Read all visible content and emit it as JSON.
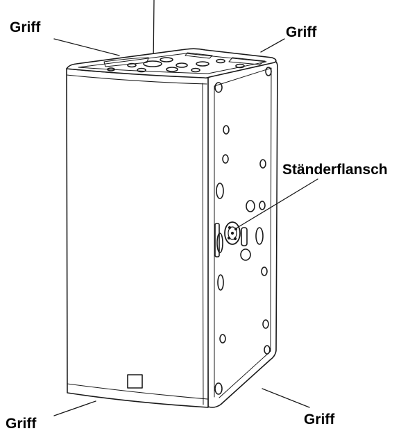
{
  "labels": {
    "top_left": "Griff",
    "top_right": "Griff",
    "side": "Ständerflansch",
    "bottom_left": "Griff",
    "bottom_right": "Griff"
  },
  "colors": {
    "line": "#1a1a1a",
    "fill": "#ffffff",
    "text": "#000000"
  }
}
